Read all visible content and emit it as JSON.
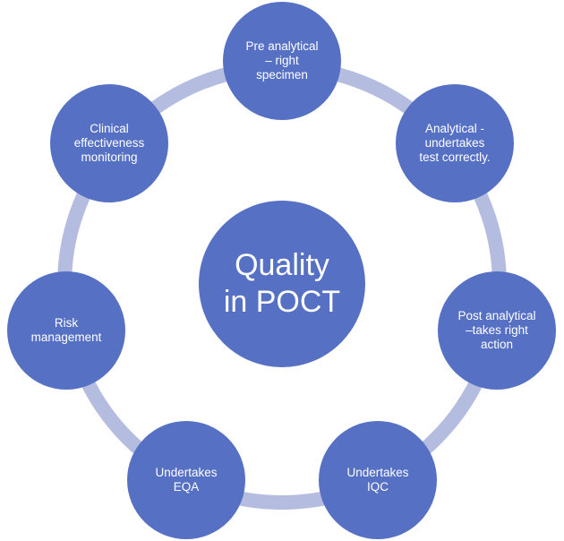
{
  "colors": {
    "node_fill": "#5670c4",
    "ring": "#b4bde0",
    "text": "#ffffff",
    "background": "#ffffff"
  },
  "center": {
    "label": "Quality\nin POCT"
  },
  "nodes": [
    {
      "id": "pre-analytical",
      "label": "Pre analytical\n– right\nspecimen"
    },
    {
      "id": "analytical",
      "label": "Analytical -\nundertakes\ntest correctly."
    },
    {
      "id": "post-analytical",
      "label": "Post analytical\n–takes right\naction"
    },
    {
      "id": "iqc",
      "label": "Undertakes\nIQC"
    },
    {
      "id": "eqa",
      "label": "Undertakes\nEQA"
    },
    {
      "id": "risk",
      "label": "Risk\nmanagement"
    },
    {
      "id": "clinical",
      "label": "Clinical\neffectiveness\nmonitoring"
    }
  ]
}
